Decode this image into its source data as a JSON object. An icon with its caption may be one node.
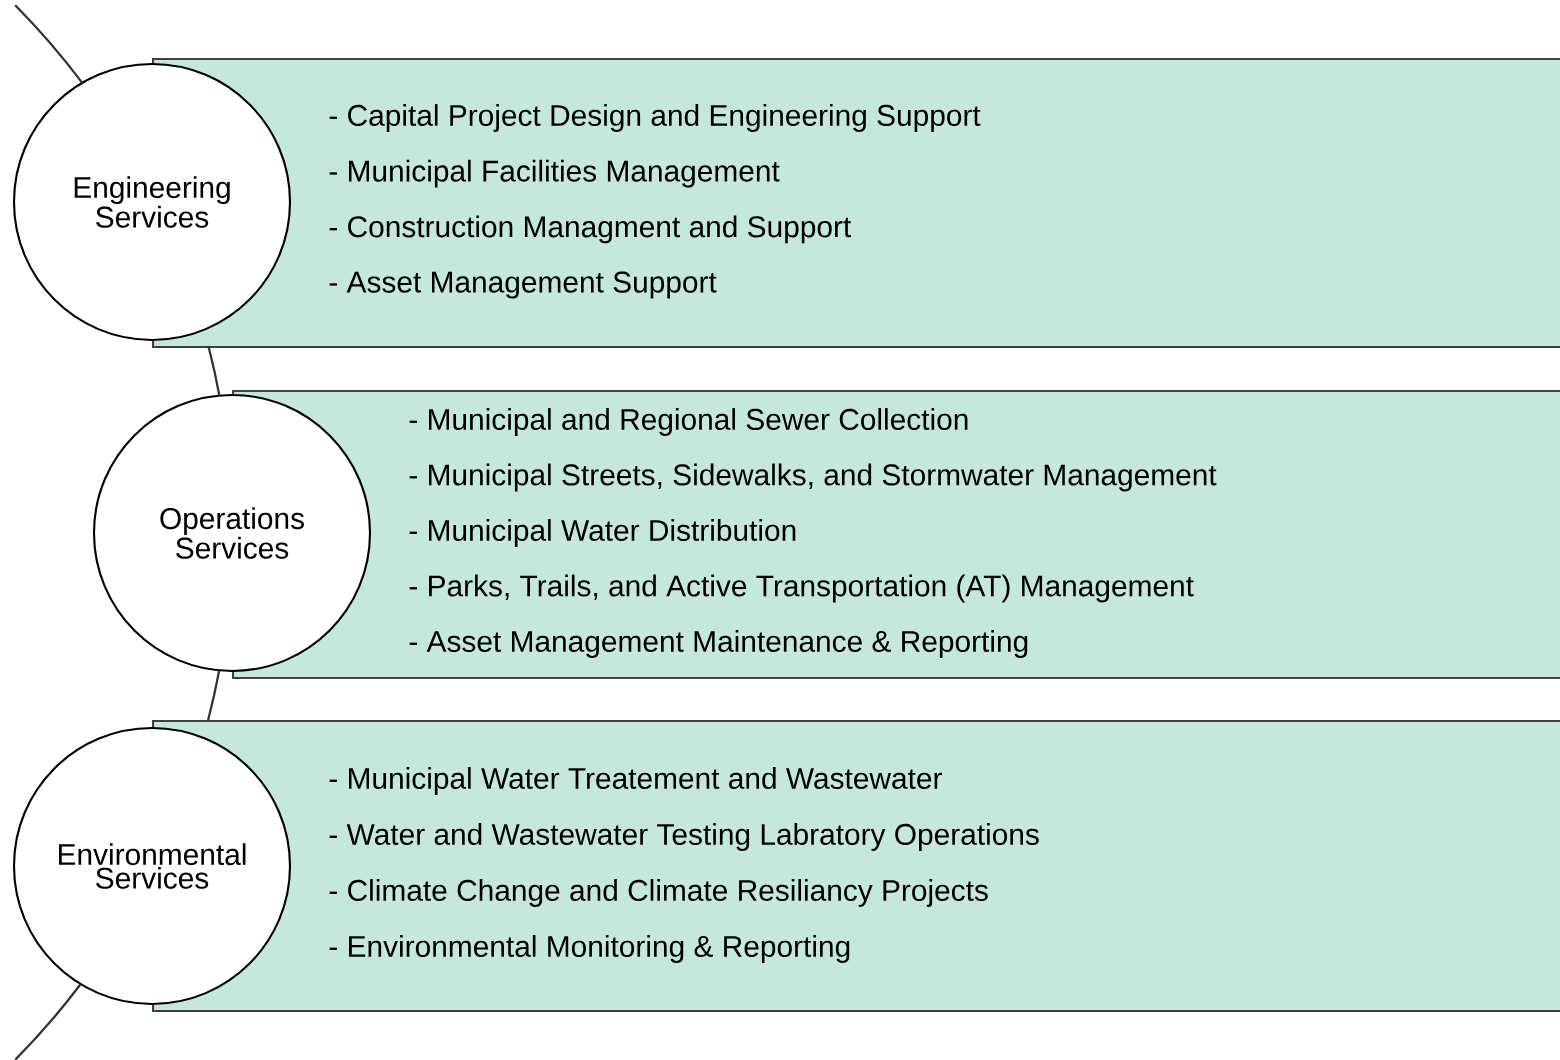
{
  "diagram": {
    "nodes": [
      {
        "text": [
          "Engineering Services"
        ]
      },
      {
        "text": [
          "- Capital Project Design and Engineering Support",
          "- Municipal Facilities Management",
          "- Construction Managment and Support",
          "- Asset Management Support"
        ]
      },
      {
        "text": [
          "Operations Services"
        ]
      },
      {
        "text": [
          "- Municipal and Regional Sewer Collection",
          "- Municipal Streets, Sidewalks, and Stormwater Management",
          "- Municipal Water Distribution",
          "- Parks, Trails, and Active Transportation (AT) Management",
          "- Asset Management Maintenance & Reporting"
        ]
      },
      {
        "text": [
          "Environmental Services"
        ]
      },
      {
        "text": [
          "- Municipal Water Treatement and Wastewater",
          "- Water and Wastewater Testing Labratory Operations",
          "- Climate Change and Climate Resiliancy Projects",
          "- Environmental Monitoring & Reporting"
        ]
      }
    ],
    "edges": [
      {
        "from": null,
        "to": 0,
        "arrow": "none"
      },
      {
        "from": 1,
        "to": 2,
        "arrow": "none"
      },
      {
        "from": 2,
        "to": 5,
        "arrow": "none"
      },
      {
        "from": 4,
        "to": null,
        "arrow": "none"
      }
    ]
  }
}
